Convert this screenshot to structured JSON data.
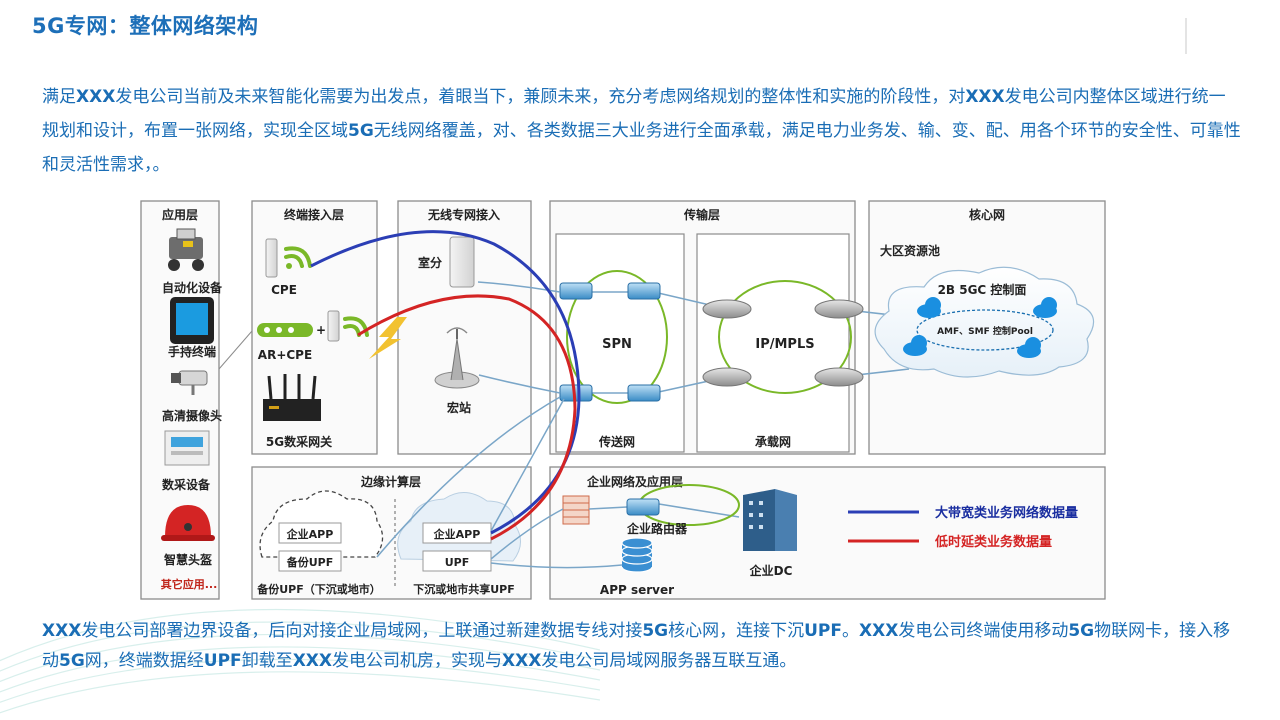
{
  "header": {
    "title": "5G专网：整体网络架构"
  },
  "intro": {
    "t1": "满足",
    "b1": "XXX",
    "t2": "发电公司当前及未来智能化需要为出发点，着眼当下，兼顾未来，充分考虑网络规划的整体性和实施的阶段性，对",
    "b2": "XXX",
    "t3": "发电公司内整体区域进行统一规划和设计，布置一张网络，实现全区域",
    "b3": "5G",
    "t4": "无线网络覆盖，对、各类数据三大业务进行全面承载，满足电力业务发、输、变、配、用各个环节的安全性、可靠性和灵活性需求，。"
  },
  "diagram": {
    "app_layer": {
      "title": "应用层",
      "items": [
        "自动化设备",
        "手持终端",
        "高清摄像头",
        "数采设备",
        "智慧头盔"
      ],
      "more": "其它应用..."
    },
    "terminal_layer": {
      "title": "终端接入层",
      "cpe": "CPE",
      "ar_cpe": "AR+CPE",
      "gateway": "5G数采网关"
    },
    "wireless_layer": {
      "title": "无线专网接入",
      "indoor": "室分",
      "macro": "宏站"
    },
    "transport": {
      "title": "传输层",
      "spn": "SPN",
      "transport_net": "传送网",
      "ipmpls": "IP/MPLS",
      "bearer_net": "承载网"
    },
    "core": {
      "title": "核心网",
      "pool": "大区资源池",
      "control": "2B 5GC 控制面",
      "amf": "AMF、SMF 控制Pool"
    },
    "edge": {
      "title": "边缘计算层",
      "app1": "企业APP",
      "upf1": "备份UPF",
      "caption1": "备份UPF（下沉或地市）",
      "app2": "企业APP",
      "upf2": "UPF",
      "caption2": "下沉或地市共享UPF"
    },
    "enterprise": {
      "title": "企业网络及应用层",
      "router": "企业路由器",
      "dc": "企业DC",
      "server": "APP server"
    },
    "legend": [
      {
        "label": "大带宽类业务网络数据量",
        "color": "#2b3eb5"
      },
      {
        "label": "低时延类业务数据量",
        "color": "#d42424"
      }
    ],
    "colors": {
      "panel_border": "#8c8c8c",
      "link": "#7aa6c8",
      "accent_green": "#7ab828",
      "cloud": "#1a8fe0"
    }
  },
  "outro": {
    "b1": "XXX",
    "t1": "发电公司部署边界设备，后向对接企业局域网，上联通过新建数据专线对接",
    "b2": "5G",
    "t2": "核心网，连接下沉",
    "b3": "UPF",
    "t3": "。",
    "b4": "XXX",
    "t4": "发电公司终端使用移动",
    "b5": "5G",
    "t5": "物联网卡，接入移动",
    "b6": "5G",
    "t6": "网，终端数据经",
    "b7": "UPF",
    "t7": "卸载至",
    "b8": "XXX",
    "t8": "发电公司机房，实现与",
    "b9": "XXX",
    "t9": "发电公司局域网服务器互联互通。"
  }
}
